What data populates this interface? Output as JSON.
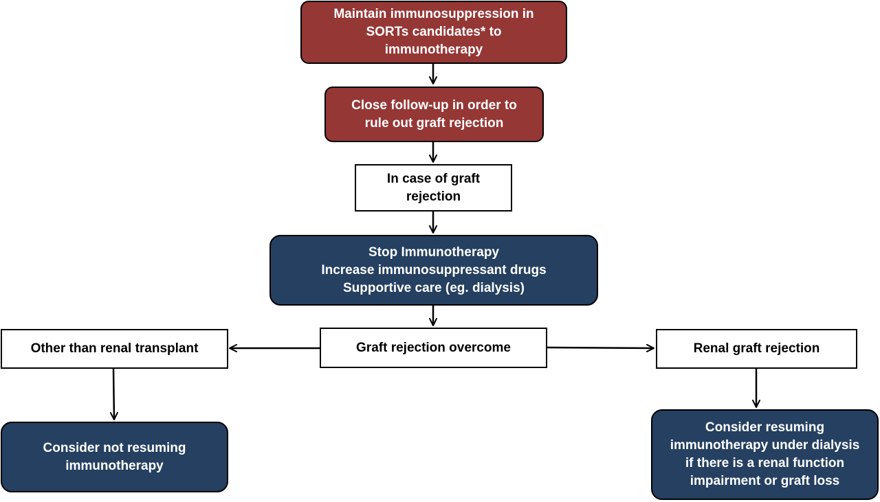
{
  "nodes": {
    "maintain": {
      "lines": [
        "Maintain immunosuppression in",
        "SORTs candidates* to",
        "immunotherapy"
      ],
      "style": "red"
    },
    "follow_up": {
      "lines": [
        "Close follow-up in order to",
        "rule out graft rejection"
      ],
      "style": "red"
    },
    "in_case": {
      "lines": [
        "In case of graft",
        "rejection"
      ],
      "style": "white"
    },
    "stop": {
      "lines": [
        "Stop Immunotherapy",
        "Increase immunosuppressant drugs",
        "Supportive care (eg. dialysis)"
      ],
      "style": "blue"
    },
    "overcome": {
      "lines": [
        "Graft rejection overcome"
      ],
      "style": "white"
    },
    "other_than_renal": {
      "lines": [
        "Other than renal transplant"
      ],
      "style": "white"
    },
    "renal_rejection": {
      "lines": [
        "Renal graft rejection"
      ],
      "style": "white"
    },
    "not_resuming": {
      "lines": [
        "Consider not resuming",
        "immunotherapy"
      ],
      "style": "blue"
    },
    "resuming": {
      "lines": [
        "Consider resuming",
        "immunotherapy under dialysis",
        "if there is a renal function",
        "impairment or graft loss"
      ],
      "style": "blue"
    }
  },
  "edges": [
    {
      "from": "maintain",
      "to": "follow_up"
    },
    {
      "from": "follow_up",
      "to": "in_case"
    },
    {
      "from": "in_case",
      "to": "stop"
    },
    {
      "from": "stop",
      "to": "overcome"
    },
    {
      "from": "overcome",
      "to": "other_than_renal"
    },
    {
      "from": "overcome",
      "to": "renal_rejection"
    },
    {
      "from": "other_than_renal",
      "to": "not_resuming"
    },
    {
      "from": "renal_rejection",
      "to": "resuming"
    }
  ],
  "colors": {
    "red_fill": "#953735",
    "blue_fill": "#254061",
    "border": "#000000",
    "text_light": "#ffffff",
    "text_dark": "#000000"
  }
}
